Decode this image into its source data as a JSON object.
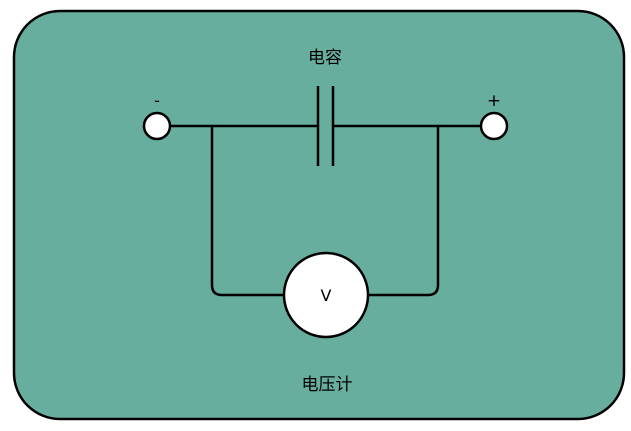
{
  "colors": {
    "board_fill": "#68ae9e",
    "stroke": "#000000",
    "terminal_fill": "#ffffff",
    "meter_fill": "#ffffff"
  },
  "labels": {
    "capacitor": "电容",
    "voltmeter": "电压计",
    "voltmeter_symbol": "V",
    "terminal_negative": "-",
    "terminal_positive": "+"
  }
}
